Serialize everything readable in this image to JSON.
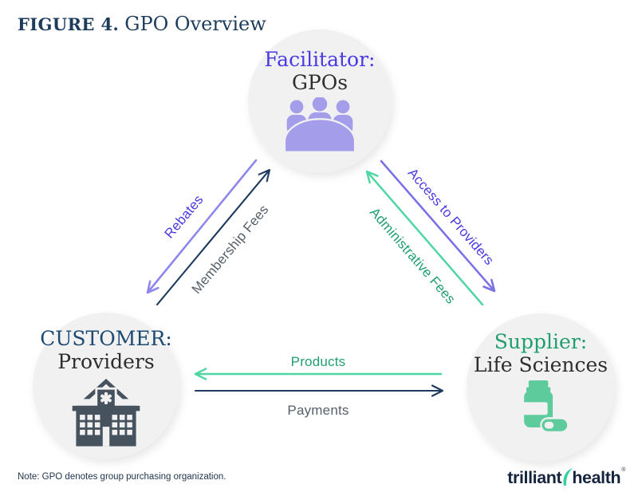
{
  "title": {
    "figure_label": "FIGURE 4.",
    "text": "GPO Overview"
  },
  "nodes": {
    "facilitator": {
      "role": "Facilitator:",
      "entity": "GPOs",
      "icon": "meeting-people-icon"
    },
    "customer": {
      "role": "CUSTOMER:",
      "entity": "Providers",
      "icon": "hospital-icon"
    },
    "supplier": {
      "role": "Supplier:",
      "entity": "Life Sciences",
      "icon": "pill-bottle-icon"
    }
  },
  "flows": [
    {
      "label": "Rebates",
      "from": "facilitator",
      "to": "customer",
      "arrow_color": "#8f88ec",
      "label_color": "#4a3ae0"
    },
    {
      "label": "Membership Fees",
      "from": "customer",
      "to": "facilitator",
      "arrow_color": "#1e3a5f",
      "label_color": "#566069"
    },
    {
      "label": "Access to Providers",
      "from": "facilitator",
      "to": "supplier",
      "arrow_color": "#7b71e6",
      "label_color": "#4a3ae0"
    },
    {
      "label": "Administrative Fees",
      "from": "supplier",
      "to": "facilitator",
      "arrow_color": "#4fd6a3",
      "label_color": "#219e70"
    },
    {
      "label": "Products",
      "from": "supplier",
      "to": "customer",
      "arrow_color": "#4fd6a3",
      "label_color": "#219e70"
    },
    {
      "label": "Payments",
      "from": "customer",
      "to": "supplier",
      "arrow_color": "#1e3a5f",
      "label_color": "#566069"
    }
  ],
  "note": "Note: GPO denotes group purchasing organization.",
  "logo": {
    "word_left": "trilliant",
    "word_right": "health",
    "mark": "®"
  },
  "colors": {
    "navy": "#1e3a5f",
    "navy-title": "#1d3c5c",
    "steel-blue": "#1d4a73",
    "purple-text": "#4a3ae0",
    "purple-light": "#8f88ec",
    "purple-mid": "#7b71e6",
    "green-text": "#219e70",
    "mint": "#4fd6a3",
    "lavender": "#a49dea",
    "slate": "#46525e",
    "mint-icon": "#5ecb9c",
    "node-bg": "#f1f1f2",
    "gray-label": "#566069",
    "logo-navy": "#16253e",
    "dark-text": "#2e2e2e",
    "note-color": "#22354d"
  }
}
